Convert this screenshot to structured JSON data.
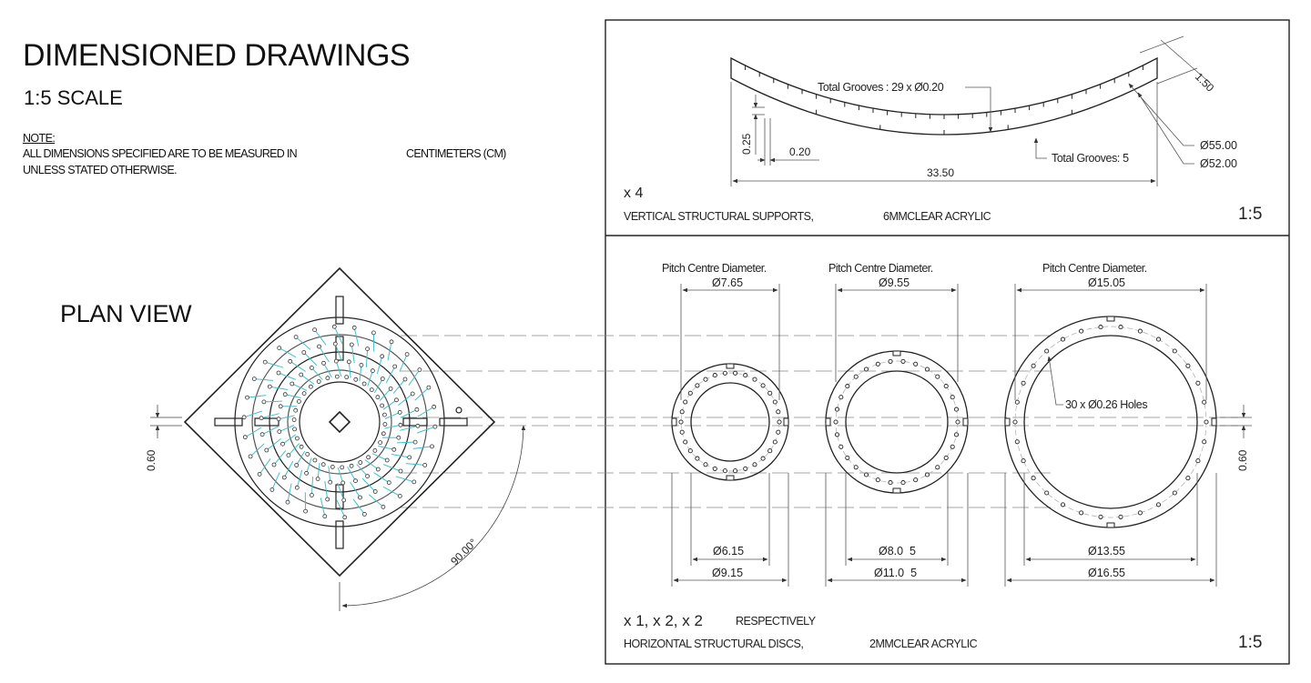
{
  "header": {
    "title": "DIMENSIONED DRAWINGS",
    "scale": "1:5  SCALE",
    "note_heading": "NOTE:",
    "note_line1": "ALL DIMENSIONS SPECIFIED ARE TO BE MEASURED IN",
    "note_units": "CENTIMETERS (CM)",
    "note_line2": "UNLESS STATED OTHERWISE."
  },
  "plan_view": {
    "label": "PLAN VIEW",
    "dim_width": "0.60",
    "dim_angle": "90.00°"
  },
  "supports_panel": {
    "total_grooves_top": "Total   Grooves  : 29 x Ø0.20",
    "dim_height": "0.25",
    "dim_groove_width": "0.20",
    "dim_length": "33.50",
    "total_grooves_bottom": "Total Grooves: 5",
    "dim_thickness": "1.50",
    "dim_outer": "Ø55.00",
    "dim_inner": "Ø52.00",
    "quantity": "x 4",
    "description": "VERTICAL STRUCTURAL SUPPORTS,",
    "material": "6MMCLEAR ACRYLIC",
    "scale": "1:5"
  },
  "discs_panel": {
    "discs": [
      {
        "pcd_label": "Pitch Centre Diameter.",
        "pcd": "Ø7.65",
        "inner": "Ø6.15",
        "outer": "Ø9.15"
      },
      {
        "pcd_label": "Pitch Centre Diameter.",
        "pcd": "Ø9.55",
        "inner": "Ø8.0  5",
        "outer": "Ø11.0  5"
      },
      {
        "pcd_label": "Pitch Centre Diameter.",
        "pcd": "Ø15.05",
        "inner": "Ø13.55",
        "outer": "Ø16.55"
      }
    ],
    "holes_label": "30 x Ø0.26 Holes",
    "dim_right": "0.60",
    "quantity": "x 1, x 2, x 2",
    "respectively": "RESPECTIVELY",
    "description": "HORIZONTAL STRUCTURAL DISCS,",
    "material": "2MMCLEAR ACRYLIC",
    "scale": "1:5"
  },
  "colors": {
    "ink": "#1a1a1a",
    "dim": "#555555",
    "accent": "#3fc1c9"
  }
}
